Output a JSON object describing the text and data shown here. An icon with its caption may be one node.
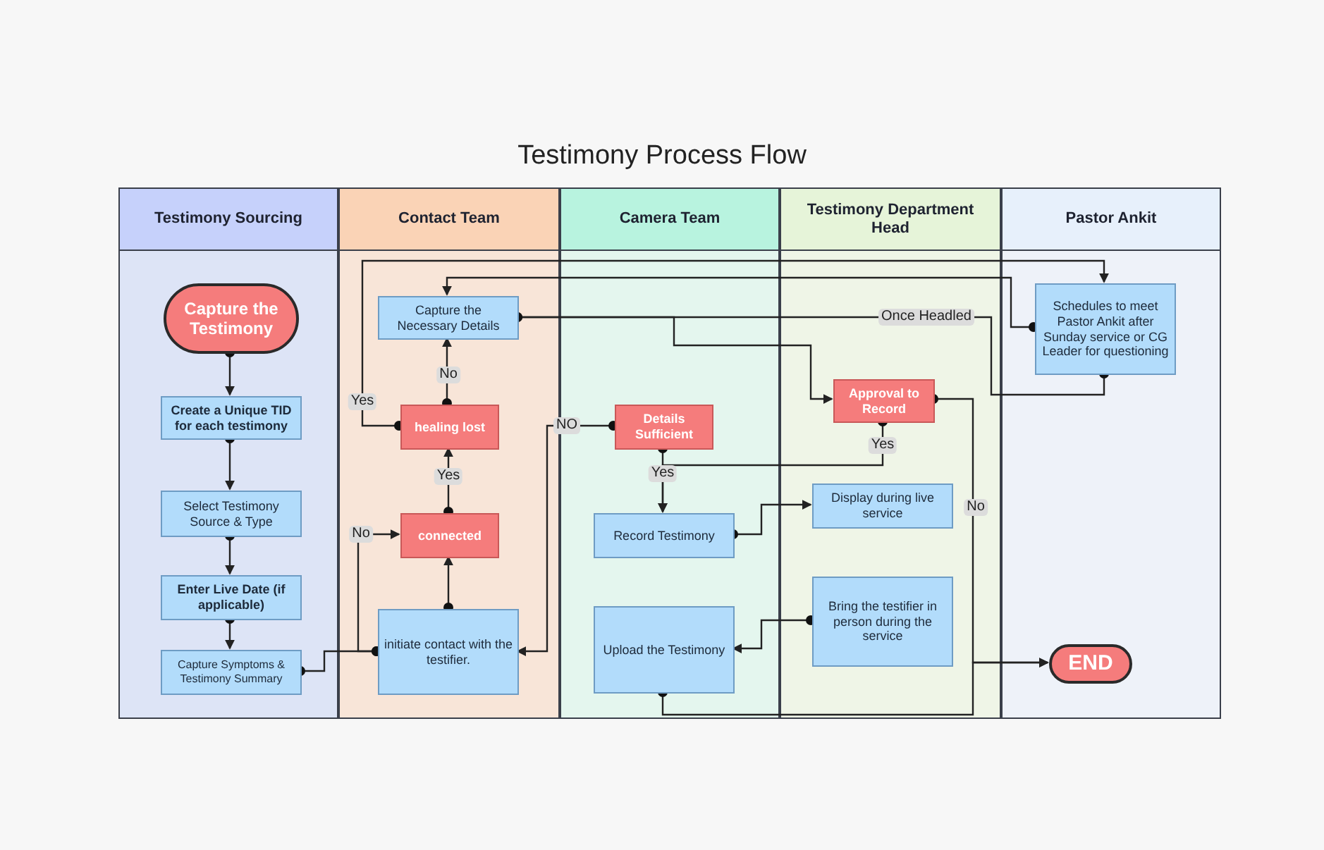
{
  "diagram": {
    "title": "Testimony Process Flow",
    "nodes": [
      {
        "text": [
          "Testimony Sourcing"
        ]
      },
      {
        "text": [
          "Contact Team"
        ]
      },
      {
        "text": [
          "Camera Team"
        ]
      },
      {
        "text": [
          "Testimony Department Head"
        ]
      },
      {
        "text": [
          "Pastor Ankit"
        ]
      },
      {
        "text": [
          "Capture the Testimony"
        ],
        "in": 0
      },
      {
        "text": [
          "Create a Unique TID for each testimony"
        ],
        "in": 0
      },
      {
        "text": [
          "Select Testimony Source & Type"
        ],
        "in": 0
      },
      {
        "text": [
          "Enter Live Date (if applicable)"
        ],
        "in": 0
      },
      {
        "text": [
          "Capture Symptoms & Testimony Summary"
        ],
        "in": 0
      },
      {
        "text": [
          "Capture the Necessary Details"
        ],
        "in": 1
      },
      {
        "text": [
          "healing lost"
        ],
        "in": 1
      },
      {
        "text": [
          "connected"
        ],
        "in": 1
      },
      {
        "text": [
          "initiate contact with the testifier."
        ],
        "in": 1
      },
      {
        "text": [
          "Details Sufficient"
        ],
        "in": 2
      },
      {
        "text": [
          "Record Testimony"
        ],
        "in": 2
      },
      {
        "text": [
          "Upload the Testimony"
        ],
        "in": 2
      },
      {
        "text": [
          "Approval to Record"
        ],
        "in": 3
      },
      {
        "text": [
          "Display during live service"
        ],
        "in": 3
      },
      {
        "text": [
          "Bring the testifier in person during the service"
        ],
        "in": 3
      },
      {
        "text": [
          "Schedules to meet Pastor Ankit after Sunday service or CG Leader for questioning"
        ],
        "in": 4
      },
      {
        "text": [
          "END"
        ],
        "in": 4
      }
    ],
    "edges": [
      {
        "from": 5,
        "to": 6,
        "arrow": "to"
      },
      {
        "from": 6,
        "to": 7,
        "arrow": "to"
      },
      {
        "from": 7,
        "to": 8,
        "arrow": "to"
      },
      {
        "from": 8,
        "to": 9,
        "arrow": "to"
      },
      {
        "from": 9,
        "to": 13,
        "arrow": "other"
      },
      {
        "from": 13,
        "to": 12,
        "arrow": "to"
      },
      {
        "from": 13,
        "to": 12,
        "arrow": "to",
        "label": "No"
      },
      {
        "from": 12,
        "to": 11,
        "arrow": "to",
        "label": "Yes"
      },
      {
        "from": 11,
        "to": 10,
        "arrow": "to",
        "label": "No"
      },
      {
        "from": 11,
        "to": 20,
        "arrow": "to",
        "label": "Yes"
      },
      {
        "from": 10,
        "to": 17,
        "arrow": "to"
      },
      {
        "from": 10,
        "to": 20,
        "arrow": "other",
        "label": "Once Headled"
      },
      {
        "from": 20,
        "to": 10,
        "arrow": "to"
      },
      {
        "from": 14,
        "to": 13,
        "arrow": "to",
        "label": "NO"
      },
      {
        "from": 14,
        "to": 15,
        "arrow": "to",
        "label": "Yes"
      },
      {
        "from": 17,
        "to": 15,
        "arrow": "to",
        "label": "Yes"
      },
      {
        "from": 15,
        "to": 18,
        "arrow": "to"
      },
      {
        "from": 19,
        "to": 16,
        "arrow": "to"
      },
      {
        "from": 17,
        "to": 21,
        "arrow": "to",
        "label": "No"
      },
      {
        "from": 16,
        "to": 21,
        "arrow": "to"
      }
    ]
  }
}
